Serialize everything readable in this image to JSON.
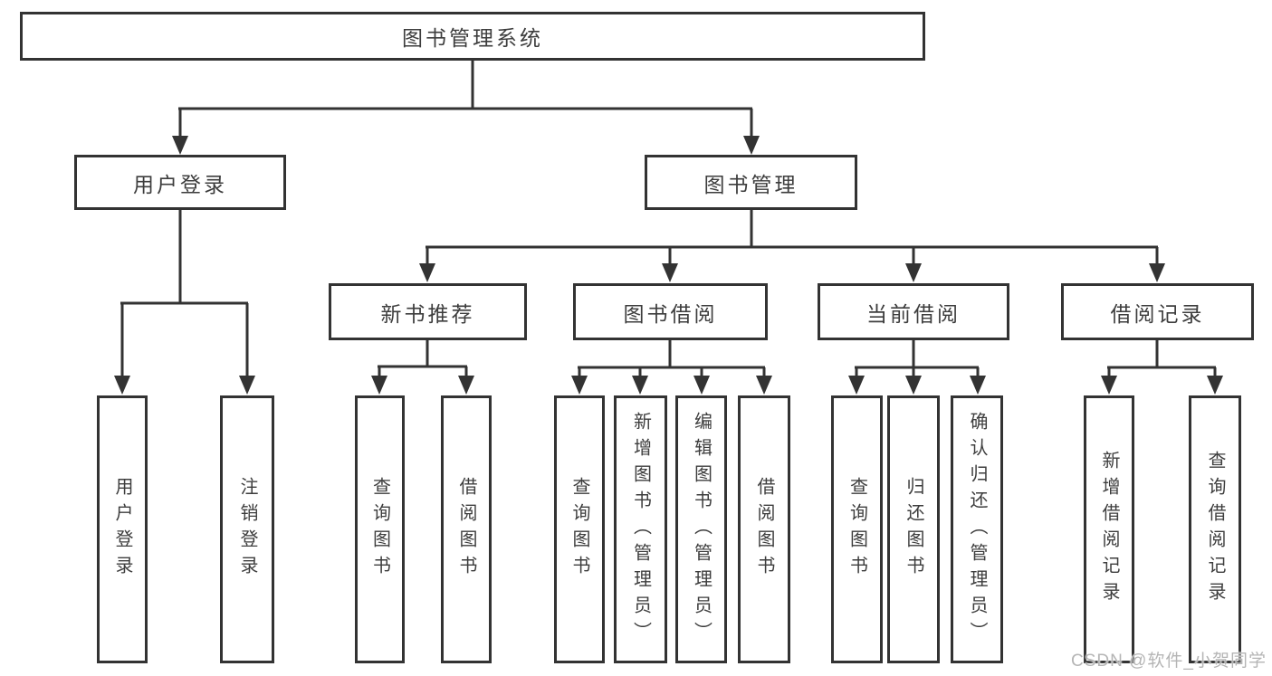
{
  "tree": {
    "root": {
      "label": "图书管理系统"
    },
    "branches": [
      {
        "label": "用户登录",
        "children": [
          {
            "label": "用户登录"
          },
          {
            "label": "注销登录"
          }
        ]
      },
      {
        "label": "图书管理",
        "children": [
          {
            "label": "新书推荐",
            "children": [
              {
                "label": "查询图书"
              },
              {
                "label": "借阅图书"
              }
            ]
          },
          {
            "label": "图书借阅",
            "children": [
              {
                "label": "查询图书"
              },
              {
                "label": "新增图书（管理员）"
              },
              {
                "label": "编辑图书（管理员）"
              },
              {
                "label": "借阅图书"
              }
            ]
          },
          {
            "label": "当前借阅",
            "children": [
              {
                "label": "查询图书"
              },
              {
                "label": "归还图书"
              },
              {
                "label": "确认归还（管理员）"
              }
            ]
          },
          {
            "label": "借阅记录",
            "children": [
              {
                "label": "新增借阅记录"
              },
              {
                "label": "查询借阅记录"
              }
            ]
          }
        ]
      }
    ]
  },
  "watermark": {
    "text": "CSDN @软件_小贺同学"
  },
  "colors": {
    "line": "#333333",
    "box_border": "#333333",
    "text": "#3d3d3d",
    "watermark": "#b5b5b5",
    "background": "#ffffff"
  }
}
